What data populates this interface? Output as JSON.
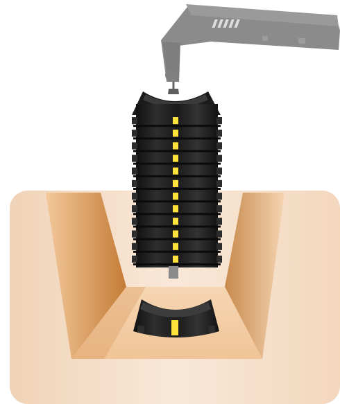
{
  "colors": {
    "background": "#ffffff",
    "ground_light": "#f7e4d3",
    "ground_mid": "#efc9a8",
    "trench_wall_dark": "#c98a4a",
    "trench_wall_light": "#f3cfa8",
    "trench_floor": "#f5d2ad",
    "crane_grey": "#8a8a8a",
    "crane_dark": "#6f6f6f",
    "segment_black": "#1c1c1c",
    "segment_edge": "#3a3a3a",
    "reflector_yellow": "#ffe23a"
  },
  "icons": {
    "crane": "crane-boom-icon",
    "stack": "stacked-tire-segments",
    "single": "single-tire-segment",
    "trench": "excavated-trench"
  },
  "stack": {
    "segment_count": 12
  }
}
